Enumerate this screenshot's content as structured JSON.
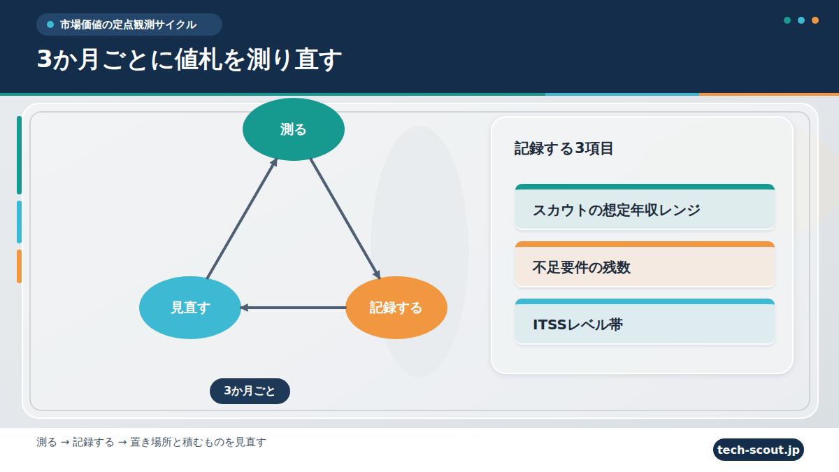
{
  "diagram": {
    "title": "3か月ごとに値札を測り直す",
    "caption": "測る → 記録する → 置き場所と積むものを見直す",
    "nodes": [
      {
        "text": [
          "市場価値の定点観測サイクル"
        ]
      },
      {
        "text": [
          "測る"
        ]
      },
      {
        "text": [
          "記録する3項目"
        ]
      },
      {
        "text": [
          "スカウトの想定年収レンジ"
        ],
        "in": 2
      },
      {
        "text": [
          "不足要件の残数"
        ],
        "in": 2
      },
      {
        "text": [
          "ITSSレベル帯"
        ],
        "in": 2
      },
      {
        "text": [
          "見直す"
        ]
      },
      {
        "text": [
          "記録する"
        ]
      },
      {
        "text": [
          "3か月ごと"
        ]
      },
      {
        "text": [
          "tech-scout.jp"
        ]
      }
    ],
    "edges": [
      {
        "from": 1,
        "to": 7,
        "arrow": "to"
      },
      {
        "from": 7,
        "to": 6,
        "arrow": "to"
      },
      {
        "from": 6,
        "to": 1,
        "arrow": "to"
      }
    ]
  }
}
